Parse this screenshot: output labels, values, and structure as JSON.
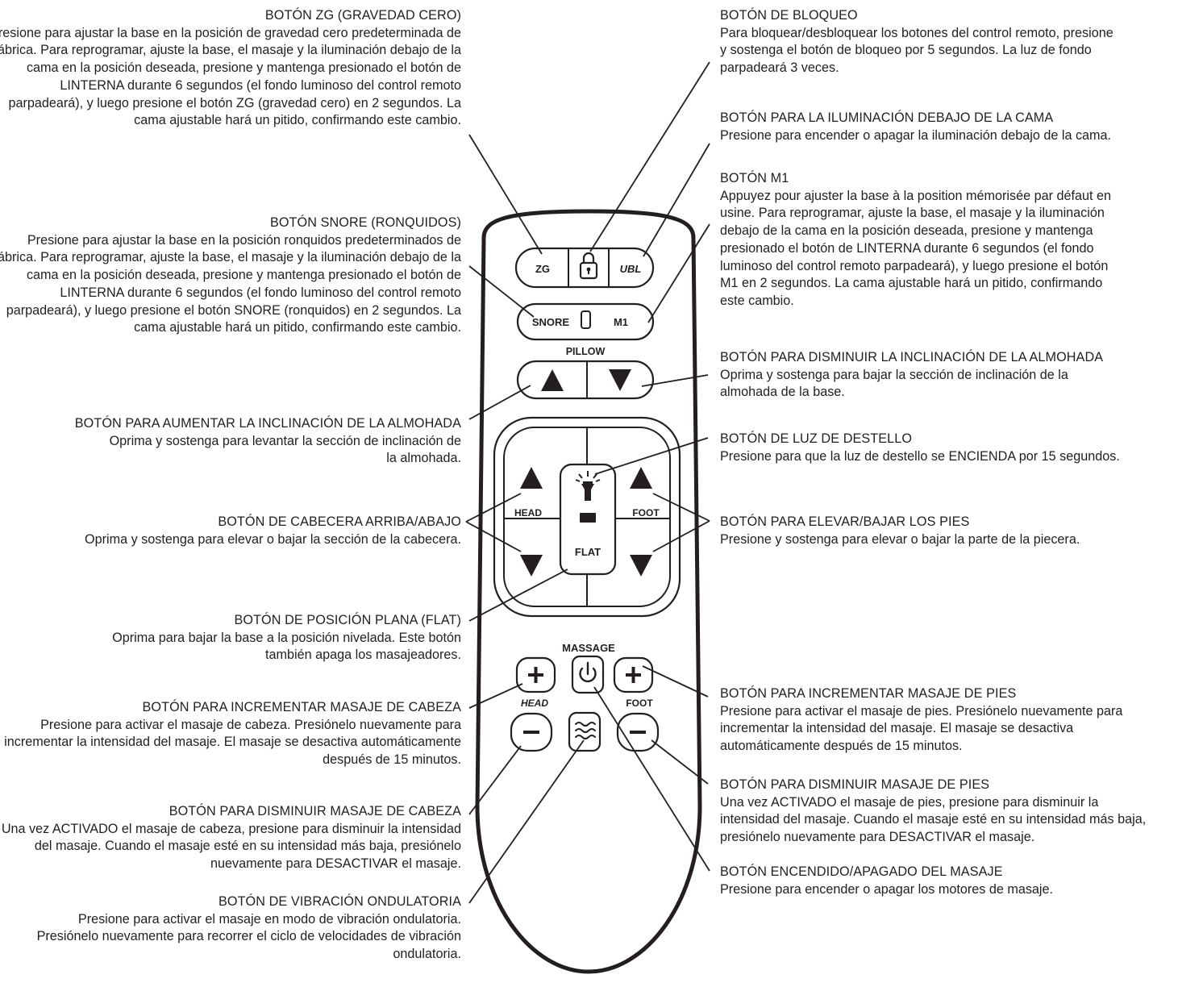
{
  "remote": {
    "zg": "ZG",
    "ubl": "UBL",
    "snore": "SNORE",
    "m1": "M1",
    "pillow": "PILLOW",
    "head": "HEAD",
    "foot": "FOOT",
    "flat": "FLAT",
    "massage": "MASSAGE",
    "massage_head": "HEAD",
    "massage_foot": "FOOT"
  },
  "annotations": {
    "zg": {
      "title": "BOTÓN ZG (GRAVEDAD CERO)",
      "body": "Presione para ajustar la base en la posición de gravedad cero predeterminada de fábrica. Para reprogramar, ajuste la base, el masaje y la iluminación debajo de la cama en la posición deseada,  presione y mantenga presionado el botón de LINTERNA durante 6 segundos (el fondo luminoso del control remoto parpadeará), y luego presione el botón ZG (gravedad cero) en 2 segundos. La cama ajustable hará un pitido, confirmando este cambio."
    },
    "snore": {
      "title": "BOTÓN SNORE (RONQUIDOS)",
      "body": "Presione para ajustar la base en la posición ronquidos predeterminados de fábrica. Para reprogramar, ajuste la base, el masaje y la iluminación debajo de la cama en la posición deseada, presione y mantenga presionado el botón de LINTERNA durante 6 segundos (el fondo luminoso del control remoto parpadeará), y luego presione el botón SNORE (ronquidos) en 2 segundos. La cama ajustable hará un pitido, confirmando este cambio."
    },
    "pillow_up": {
      "title": "BOTÓN PARA AUMENTAR LA INCLINACIÓN DE LA ALMOHADA",
      "body": "Oprima y sostenga para levantar la sección de inclinación de la almohada."
    },
    "head": {
      "title": "BOTÓN DE CABECERA ARRIBA/ABAJO",
      "body": "Oprima y sostenga para elevar o bajar la sección de la cabecera."
    },
    "flat": {
      "title": "BOTÓN DE POSICIÓN PLANA (FLAT)",
      "body": "Oprima para bajar la base a la posición nivelada. Este botón también apaga los masajeadores."
    },
    "head_massage_up": {
      "title": "BOTÓN PARA INCREMENTAR MASAJE DE CABEZA",
      "body": "Presione para activar el masaje de cabeza. Presiónelo nuevamente para incrementar la intensidad del masaje. El masaje se desactiva automáticamente después de 15 minutos."
    },
    "head_massage_down": {
      "title": "BOTÓN PARA DISMINUIR MASAJE DE CABEZA",
      "body": "Una vez ACTIVADO el masaje de cabeza, presione para disminuir la intensidad del masaje. Cuando el masaje esté en su intensidad más baja, presiónelo nuevamente para DESACTIVAR el masaje."
    },
    "wave": {
      "title": "BOTÓN DE VIBRACIÓN ONDULATORIA",
      "body": "Presione para activar el masaje en modo de vibración ondulatoria. Presiónelo nuevamente para recorrer el ciclo de velocidades de vibración ondulatoria."
    },
    "lock": {
      "title": "BOTÓN DE BLOQUEO",
      "body": "Para bloquear/desbloquear los botones del control remoto, presione y sostenga el botón de bloqueo por 5 segundos. La luz de fondo parpadeará 3 veces."
    },
    "ubl": {
      "title": "BOTÓN PARA LA ILUMINACIÓN DEBAJO DE LA CAMA",
      "body": "Presione para encender o apagar la iluminación debajo de la cama."
    },
    "m1": {
      "title": "BOTÓN M1",
      "body": "Appuyez pour ajuster la base à la position mémorisée par défaut en usine. Para reprogramar, ajuste la base, el masaje y la iluminación debajo de la cama en la posición deseada, presione y mantenga presionado el botón de LINTERNA durante 6 segundos (el fondo luminoso del control remoto parpadeará), y luego presione el botón M1 en 2 segundos. La cama ajustable hará un pitido, confirmando este cambio."
    },
    "pillow_down": {
      "title": "BOTÓN PARA DISMINUIR LA INCLINACIÓN DE LA ALMOHADA",
      "body": "Oprima y sostenga para bajar la sección de inclinación de la almohada de la base."
    },
    "flashlight": {
      "title": "BOTÓN DE LUZ DE DESTELLO",
      "body": "Presione para que la luz de destello se ENCIENDA por 15 segundos."
    },
    "foot": {
      "title": "BOTÓN PARA ELEVAR/BAJAR LOS PIES",
      "body": "Presione y sostenga para elevar o bajar la parte de la piecera."
    },
    "foot_massage_up": {
      "title": "BOTÓN PARA INCREMENTAR MASAJE DE PIES",
      "body": "Presione para activar el masaje de pies. Presiónelo nuevamente para incrementar la intensidad del masaje. El masaje se desactiva automáticamente después de 15 minutos."
    },
    "foot_massage_down": {
      "title": "BOTÓN PARA DISMINUIR MASAJE DE PIES",
      "body": "Una vez ACTIVADO el masaje de pies, presione para disminuir la intensidad del masaje. Cuando el masaje esté en su intensidad más baja, presiónelo nuevamente para DESACTIVAR el masaje."
    },
    "power": {
      "title": "BOTÓN ENCENDIDO/APAGADO DEL MASAJE",
      "body": "Presione para encender o apagar los motores de masaje."
    }
  }
}
